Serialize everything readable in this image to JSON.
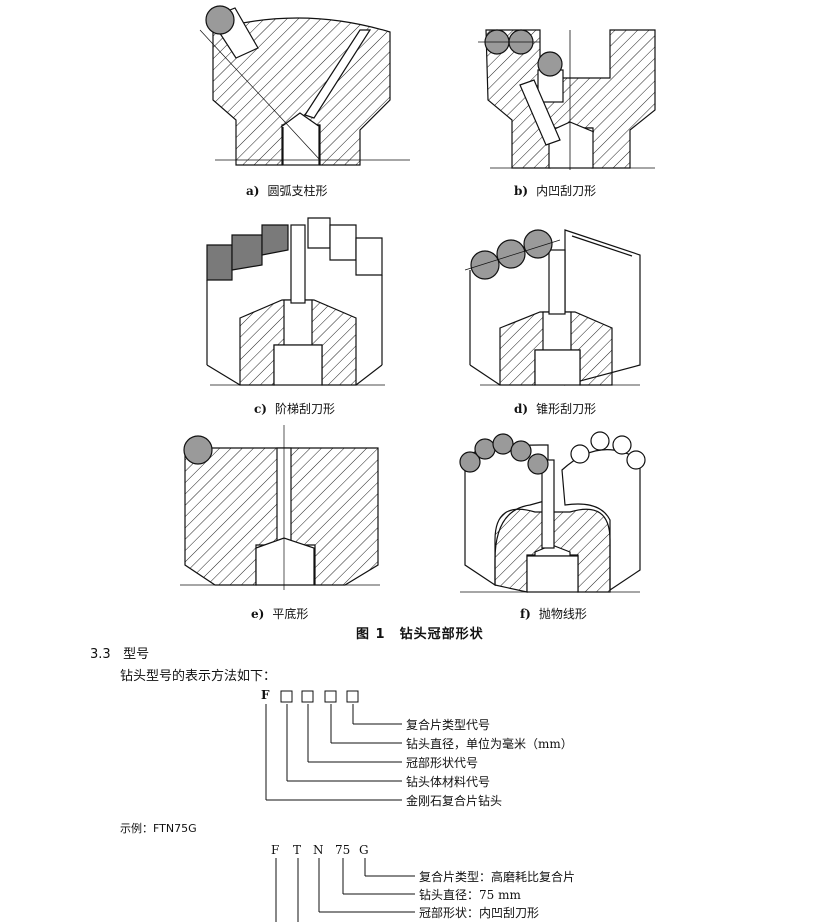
{
  "figure": {
    "panels": [
      {
        "letter": "a)",
        "label": "圆弧支柱形"
      },
      {
        "letter": "b)",
        "label": "内凹刮刀形"
      },
      {
        "letter": "c)",
        "label": "阶梯刮刀形"
      },
      {
        "letter": "d)",
        "label": "锥形刮刀形"
      },
      {
        "letter": "e)",
        "label": "平底形"
      },
      {
        "letter": "f)",
        "label": "抛物线形"
      }
    ],
    "title": "图 1　钻头冠部形状"
  },
  "section": {
    "number": "3.3",
    "heading": "型号",
    "intro": "钻头型号的表示方法如下："
  },
  "model_scheme": {
    "prefix": "F",
    "items": [
      "复合片类型代号",
      "钻头直径，单位为毫米（mm）",
      "冠部形状代号",
      "钻头体材料代号",
      "金刚石复合片钻头"
    ]
  },
  "example": {
    "label": "示例：FTN75G",
    "codes": [
      "F",
      "T",
      "N",
      "75",
      "G"
    ],
    "items": [
      "复合片类型：高磨耗比复合片",
      "钻头直径：75 mm",
      "冠部形状：内凹刮刀形"
    ]
  }
}
